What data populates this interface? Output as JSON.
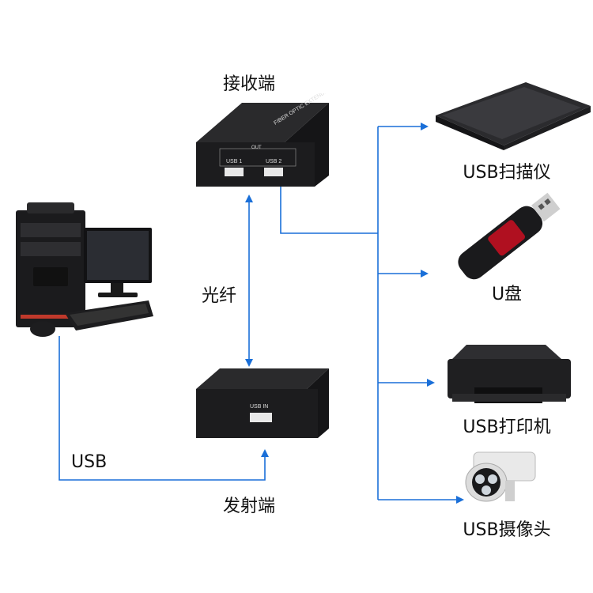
{
  "labels": {
    "receiver": "接收端",
    "fiber": "光纤",
    "transmitter": "发射端",
    "usb_cable": "USB"
  },
  "receiver_box": {
    "port_group": "OUT",
    "port1": "USB 1",
    "port2": "USB 2",
    "top_text": "FIBER OPTIC EXTENDER"
  },
  "transmitter_box": {
    "port": "USB IN"
  },
  "devices": [
    {
      "name": "USB扫描仪",
      "icon": "scanner-icon"
    },
    {
      "name": "U盘",
      "icon": "usb-drive-icon"
    },
    {
      "name": "USB打印机",
      "icon": "printer-icon"
    },
    {
      "name": "USB摄像头",
      "icon": "camera-icon"
    }
  ],
  "colors": {
    "arrow": "#1a6fd8",
    "box": "#1c1c1e"
  }
}
